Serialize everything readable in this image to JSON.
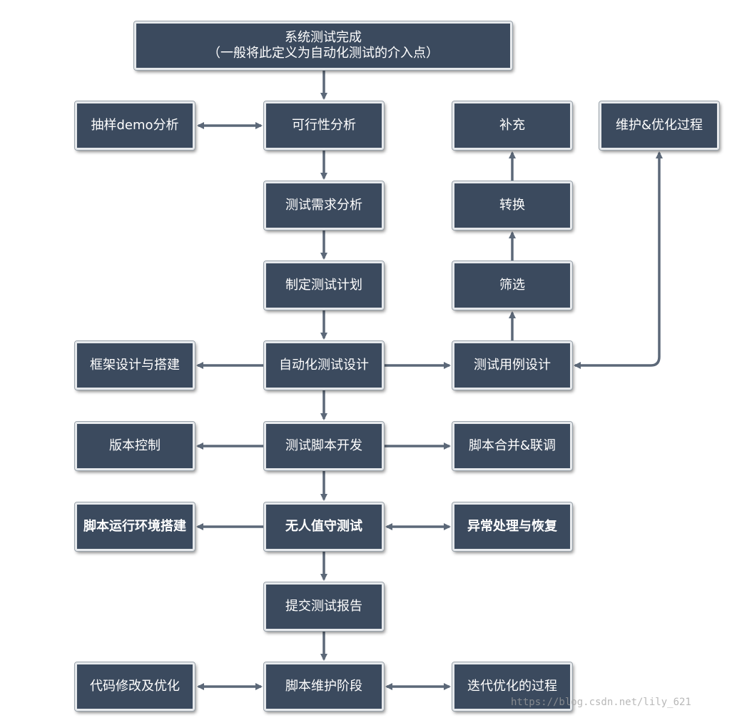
{
  "nodes": {
    "system_test": {
      "label": "系统测试完成",
      "sublabel": "（一般将此定义为自动化测试的介入点）"
    },
    "sample_demo": {
      "label": "抽样demo分析"
    },
    "feasibility": {
      "label": "可行性分析"
    },
    "requirements": {
      "label": "测试需求分析"
    },
    "plan": {
      "label": "制定测试计划"
    },
    "auto_design": {
      "label": "自动化测试设计"
    },
    "framework": {
      "label": "框架设计与搭建"
    },
    "case_design": {
      "label": "测试用例设计"
    },
    "filter": {
      "label": "筛选"
    },
    "convert": {
      "label": "转换"
    },
    "supplement": {
      "label": "补充"
    },
    "maintain_optimize": {
      "label": "维护&优化过程"
    },
    "script_dev": {
      "label": "测试脚本开发"
    },
    "version_control": {
      "label": "版本控制"
    },
    "script_merge": {
      "label": "脚本合并&联调"
    },
    "unattended": {
      "label": "无人值守测试"
    },
    "env_setup": {
      "label": "脚本运行环境搭建"
    },
    "exception": {
      "label": "异常处理与恢复"
    },
    "report": {
      "label": "提交测试报告"
    },
    "maintenance": {
      "label": "脚本维护阶段"
    },
    "code_modify": {
      "label": "代码修改及优化"
    },
    "iterate": {
      "label": "迭代优化的过程"
    }
  },
  "watermark": "https://blog.csdn.net/lily_621",
  "colors": {
    "node_fill": "#3b4a5e",
    "arrow": "#5c6878",
    "text": "#ffffff"
  }
}
